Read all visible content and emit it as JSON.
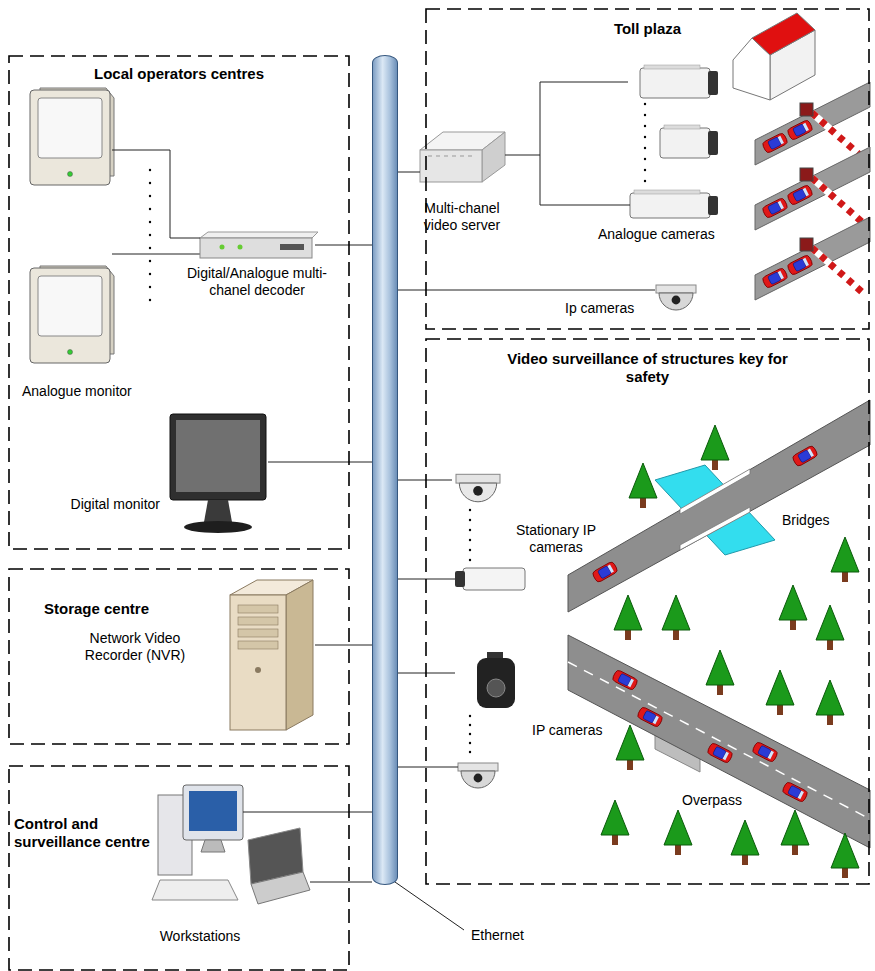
{
  "diagram": {
    "nodes": [
      {
        "text": [
          "Local operators centres"
        ]
      },
      {
        "text": [
          "Analogue monitor"
        ],
        "in": 0
      },
      {
        "text": [
          "Digital/Analogue multi-chanel decoder"
        ],
        "in": 0
      },
      {
        "text": [
          "Digital monitor"
        ],
        "in": 0
      },
      {
        "text": [
          "Storage centre"
        ]
      },
      {
        "text": [
          "Network Video Recorder (NVR)"
        ],
        "in": 4
      },
      {
        "text": [
          "Control and surveillance centre"
        ]
      },
      {
        "text": [
          "Workstations"
        ],
        "in": 6
      },
      {
        "text": [
          "Ethernet"
        ]
      },
      {
        "text": [
          "Toll plaza"
        ]
      },
      {
        "text": [
          "Multi-chanel video server"
        ],
        "in": 9
      },
      {
        "text": [
          "Analogue cameras"
        ],
        "in": 9
      },
      {
        "text": [
          "Ip cameras"
        ],
        "in": 9
      },
      {
        "text": [
          "Video surveillance of structures key for safety"
        ]
      },
      {
        "text": [
          "Stationary IP cameras"
        ],
        "in": 13
      },
      {
        "text": [
          "IP cameras"
        ],
        "in": 13
      }
    ],
    "edges": [
      {
        "from": 1,
        "to": 2,
        "arrow": "none"
      },
      {
        "from": 2,
        "to": 8,
        "arrow": "none"
      },
      {
        "from": 3,
        "to": 8,
        "arrow": "none"
      },
      {
        "from": 5,
        "to": 8,
        "arrow": "none"
      },
      {
        "from": 7,
        "to": 8,
        "arrow": "none"
      },
      {
        "from": 10,
        "to": 8,
        "arrow": "none"
      },
      {
        "from": 10,
        "to": 11,
        "arrow": "none"
      },
      {
        "from": 12,
        "to": 8,
        "arrow": "none"
      },
      {
        "from": 14,
        "to": 8,
        "arrow": "none"
      },
      {
        "from": 15,
        "to": 8,
        "arrow": "none"
      }
    ],
    "labels": [
      "Bridges",
      "Overpass"
    ]
  }
}
